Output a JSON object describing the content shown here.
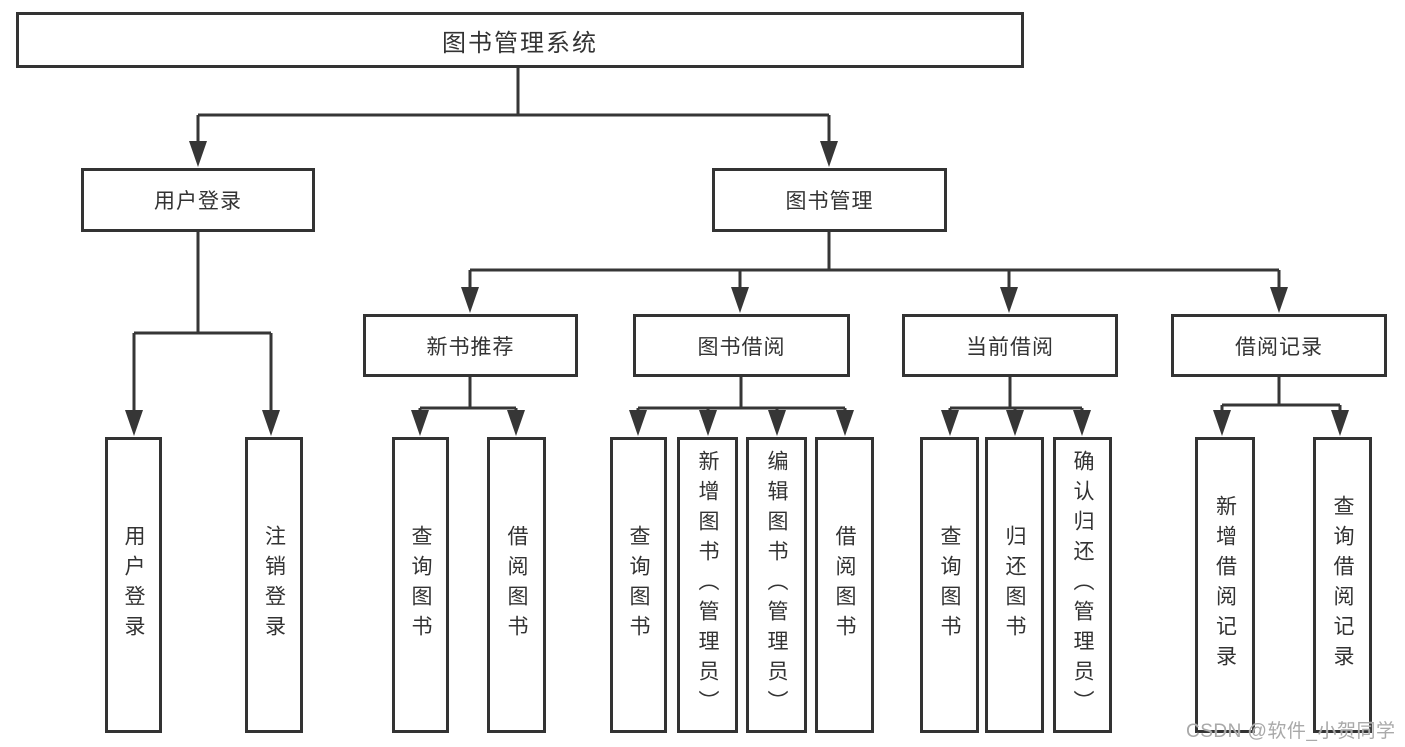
{
  "diagram": {
    "title": "图书管理系统",
    "tree": {
      "root": "图书管理系统",
      "children": [
        {
          "label": "用户登录",
          "leaves": [
            "用户登录",
            "注销登录"
          ]
        },
        {
          "label": "图书管理",
          "children": [
            {
              "label": "新书推荐",
              "leaves": [
                "查询图书",
                "借阅图书"
              ]
            },
            {
              "label": "图书借阅",
              "leaves": [
                "查询图书",
                "新增图书（管理员）",
                "编辑图书（管理员）",
                "借阅图书"
              ]
            },
            {
              "label": "当前借阅",
              "leaves": [
                "查询图书",
                "归还图书",
                "确认归还（管理员）"
              ]
            },
            {
              "label": "借阅记录",
              "leaves": [
                "新增借阅记录",
                "查询借阅记录"
              ]
            }
          ]
        }
      ]
    },
    "colors": {
      "line": "#363636",
      "box_border": "#333333",
      "text": "#333333",
      "background": "#ffffff",
      "watermark": "#a9a9a9"
    }
  },
  "watermark": {
    "text": "CSDN @软件_小贺同学"
  }
}
